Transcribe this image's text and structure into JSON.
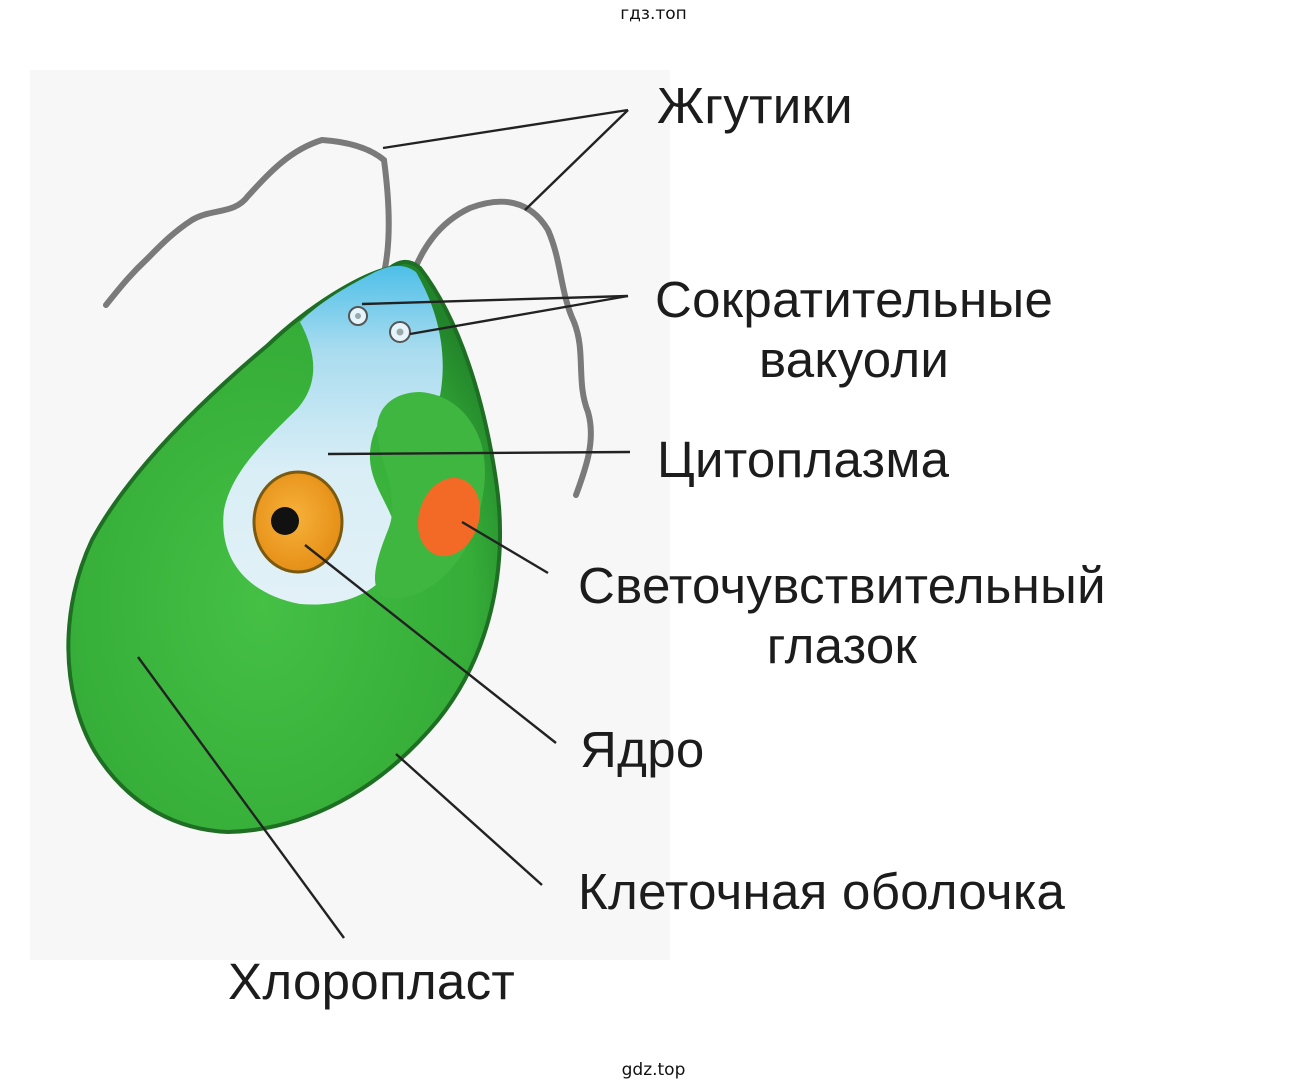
{
  "watermark_top": "гдз.топ",
  "watermark_bottom": "gdz.top",
  "labels": {
    "flagella": "Жгутики",
    "vacuoles_line1": "Сократительные",
    "vacuoles_line2": "вакуоли",
    "cytoplasm": "Цитоплазма",
    "eyespot_line1": "Светочувствительный",
    "eyespot_line2": "глазок",
    "nucleus": "Ядро",
    "membrane": "Клеточная оболочка",
    "chloroplast": "Хлоропласт"
  },
  "colors": {
    "chloroplast": "#3cb63c",
    "chloroplast_edge": "#1f7a25",
    "cytoplasm": "#d7edf6",
    "cytoplasm_top": "#5fc3ea",
    "nucleus": "#f29a1f",
    "nucleolus": "#111111",
    "eyespot": "#f26424",
    "flagella": "#777777",
    "leader": "#222222"
  }
}
